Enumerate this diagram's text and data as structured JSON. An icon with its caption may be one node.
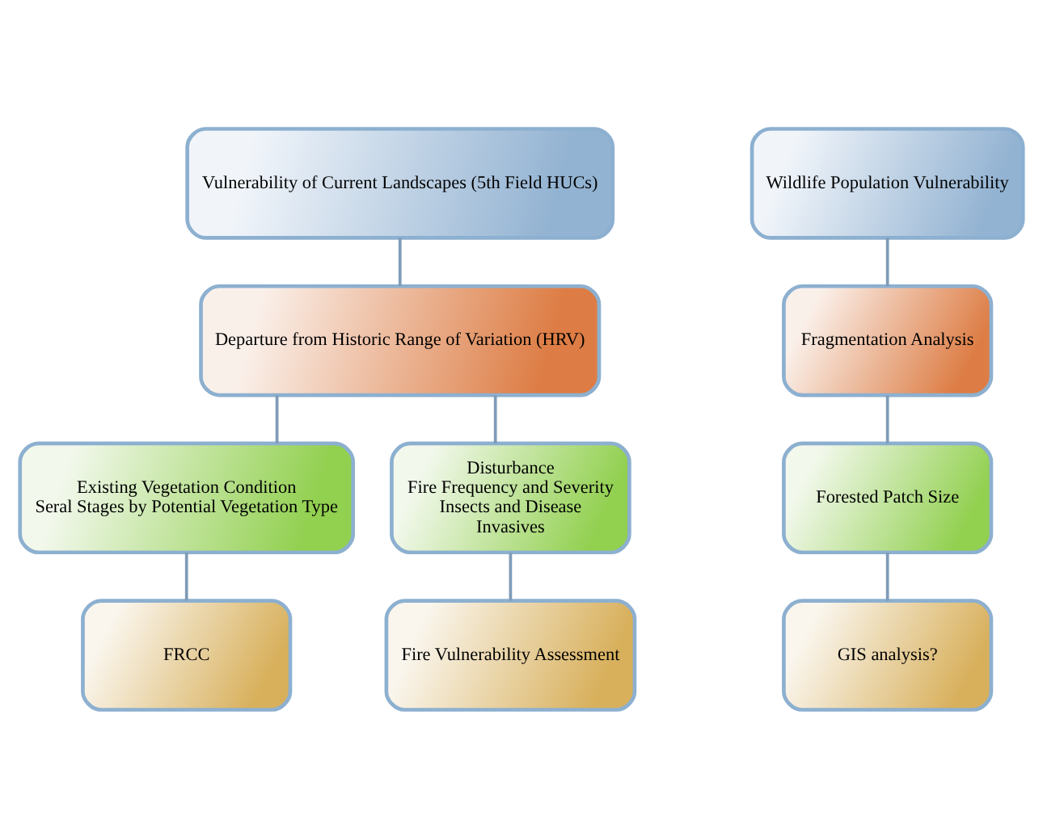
{
  "diagram": {
    "nodes": [
      {
        "text": [
          "Vulnerability of Current Landscapes (5th Field HUCs)"
        ]
      },
      {
        "text": [
          "Wildlife Population Vulnerability"
        ]
      },
      {
        "text": [
          "Departure from Historic Range of Variation (HRV)"
        ]
      },
      {
        "text": [
          "Fragmentation Analysis"
        ]
      },
      {
        "text": [
          "Existing Vegetation Condition",
          "Seral Stages by Potential Vegetation Type"
        ]
      },
      {
        "text": [
          "Disturbance",
          "Fire Frequency and Severity",
          "Insects and Disease",
          "Invasives"
        ]
      },
      {
        "text": [
          "Forested Patch Size"
        ]
      },
      {
        "text": [
          "FRCC"
        ]
      },
      {
        "text": [
          "Fire Vulnerability Assessment"
        ]
      },
      {
        "text": [
          "GIS analysis?"
        ]
      }
    ],
    "edges": [
      {
        "from": 0,
        "to": 2,
        "arrow": "none"
      },
      {
        "from": 1,
        "to": 3,
        "arrow": "none"
      },
      {
        "from": 2,
        "to": 4,
        "arrow": "none"
      },
      {
        "from": 2,
        "to": 5,
        "arrow": "none"
      },
      {
        "from": 3,
        "to": 6,
        "arrow": "none"
      },
      {
        "from": 4,
        "to": 7,
        "arrow": "none"
      },
      {
        "from": 5,
        "to": 8,
        "arrow": "none"
      },
      {
        "from": 6,
        "to": 9,
        "arrow": "none"
      }
    ]
  }
}
